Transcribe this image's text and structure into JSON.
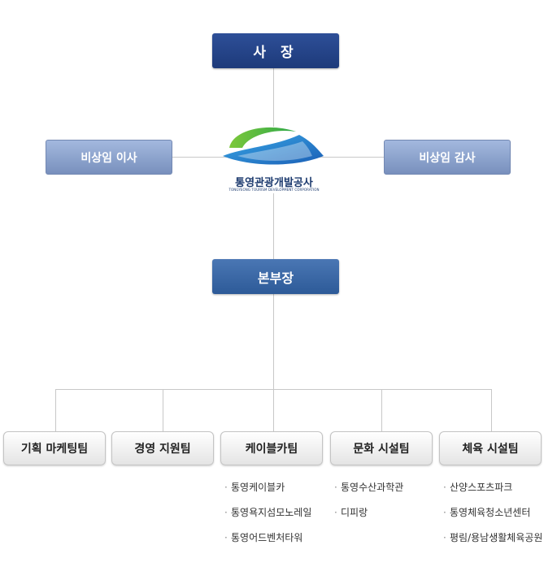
{
  "chart": {
    "ceo": "사 장",
    "director_left": "비상임 이사",
    "director_right": "비상임 감사",
    "hq": "본부장",
    "logo": {
      "name": "통영관광개발공사",
      "sub": "TONGYEONG TOURISM DEVELOPMENT CORPORATION"
    },
    "teams": [
      "기획 마케팅팀",
      "경영 지원팀",
      "케이블카팀",
      "문화 시설팀",
      "체육 시설팀"
    ],
    "facilities": {
      "cable": [
        "통영케이블카",
        "통영욕지섬모노레일",
        "통영어드벤처타워"
      ],
      "culture": [
        "통영수산과학관",
        "디피랑"
      ],
      "sports": [
        "산양스포츠파크",
        "통영체육청소년센터",
        "평림/용남생활체육공원"
      ]
    },
    "bullet": "·"
  }
}
